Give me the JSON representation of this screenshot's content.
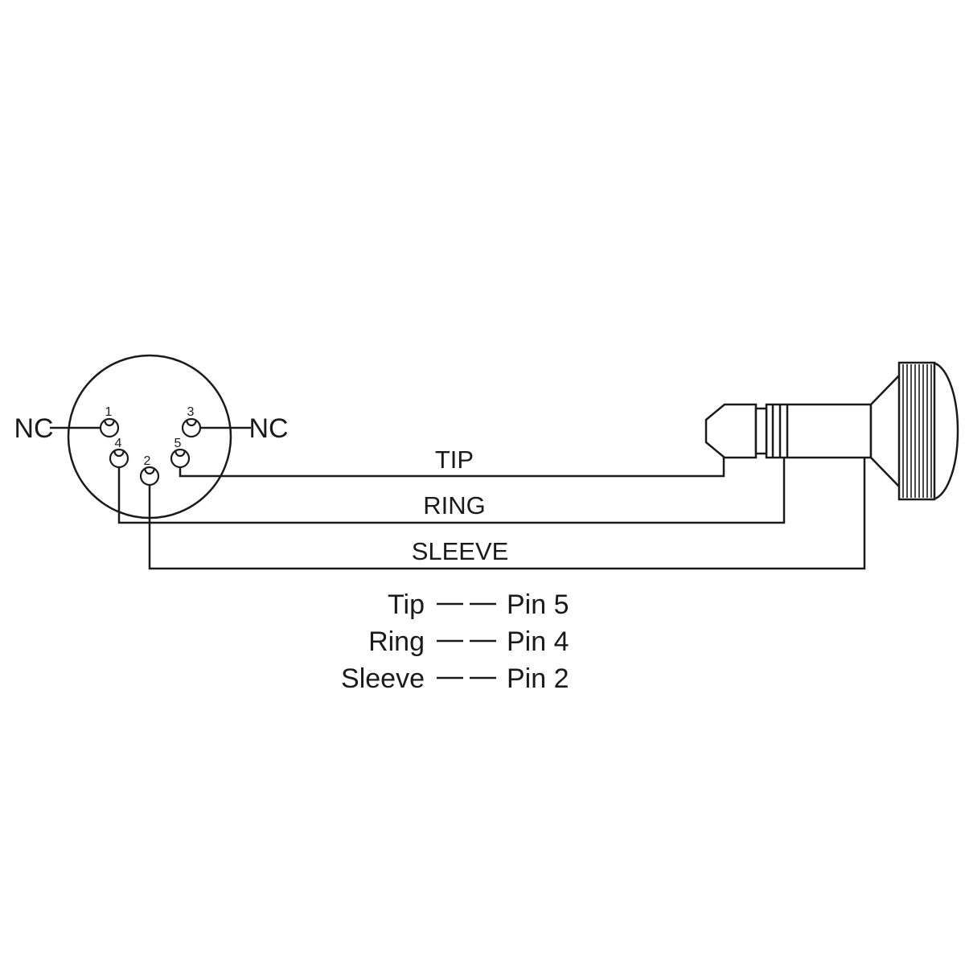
{
  "diagram": {
    "type": "wiring-diagram",
    "connector_left": {
      "nc_left": "NC",
      "nc_right": "NC",
      "pins": [
        {
          "number": "1"
        },
        {
          "number": "3"
        },
        {
          "number": "4"
        },
        {
          "number": "5"
        },
        {
          "number": "2"
        }
      ]
    },
    "wires": [
      {
        "label": "TIP"
      },
      {
        "label": "RING"
      },
      {
        "label": "SLEEVE"
      }
    ],
    "legend": [
      {
        "signal": "Tip",
        "pin": "Pin 5"
      },
      {
        "signal": "Ring",
        "pin": "Pin 4"
      },
      {
        "signal": "Sleeve",
        "pin": "Pin 2"
      }
    ],
    "colors": {
      "line": "#1a1a1a",
      "background": "#ffffff"
    }
  }
}
